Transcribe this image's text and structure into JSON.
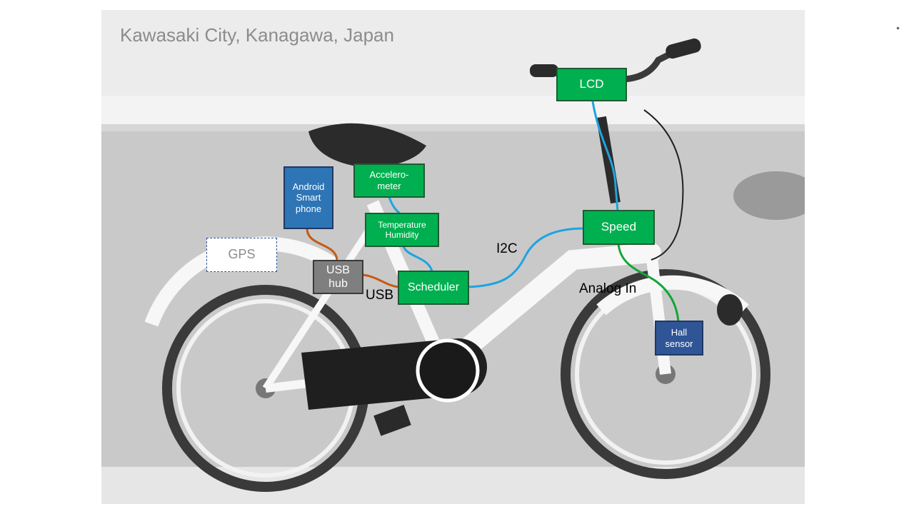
{
  "location_caption": "Kawasaki City, Kanagawa, Japan",
  "components": {
    "lcd": "LCD",
    "accelerometer": "Accelero-\nmeter",
    "android": "Android\nSmart\nphone",
    "temp_humidity": "Temperature\nHumidity",
    "speed": "Speed",
    "gps": "GPS",
    "usb_hub": "USB\nhub",
    "scheduler": "Scheduler",
    "hall_sensor": "Hall\nsensor"
  },
  "connection_labels": {
    "i2c": "I2C",
    "usb": "USB",
    "analog_in": "Analog In"
  },
  "colors": {
    "component_green": "#00b050",
    "android_blue": "#2e75b6",
    "sensor_navy": "#2f5597",
    "hub_gray": "#7f7f7f",
    "i2c_wire": "#1fa3e0",
    "usb_wire": "#c55a11",
    "analog_wire": "#13a538",
    "caption_gray": "#8c8c8c"
  }
}
